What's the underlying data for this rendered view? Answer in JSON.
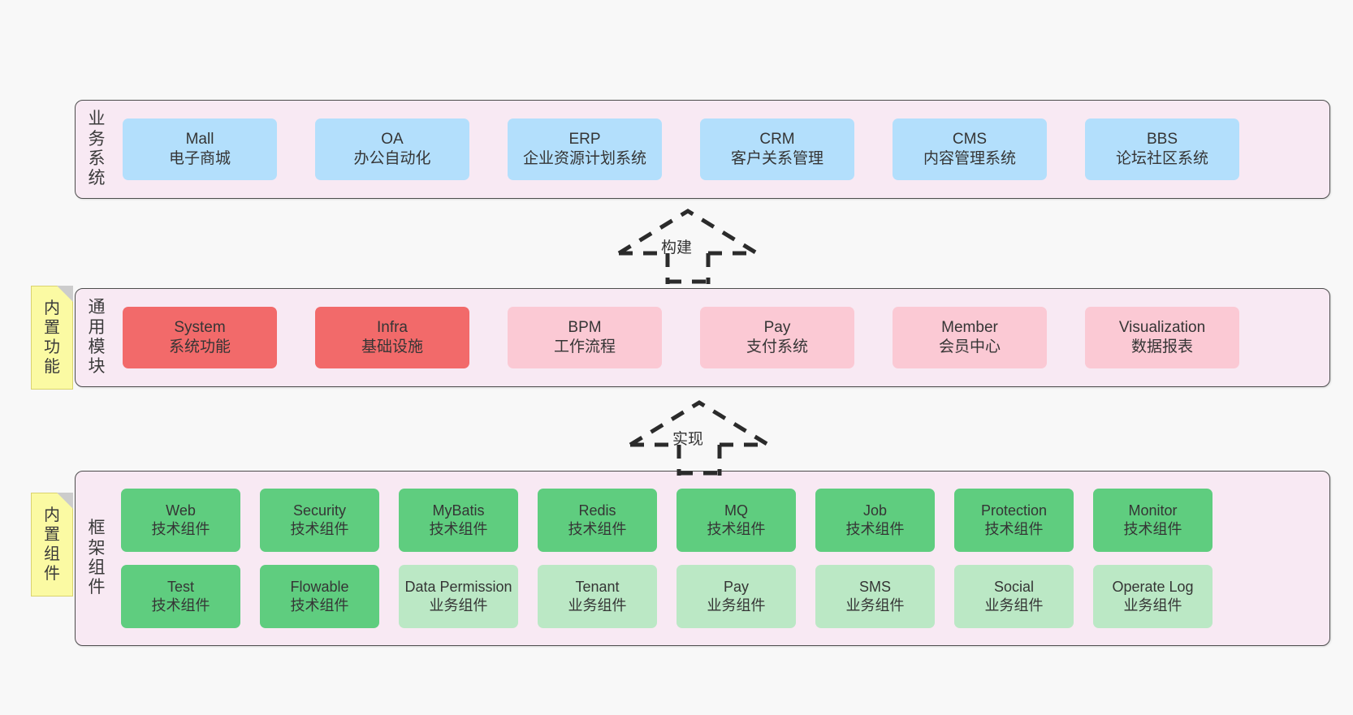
{
  "diagram": {
    "background_color": "#f8f8f8",
    "panel_color": "#f8e9f3",
    "note_color": "#fbfaa3"
  },
  "layers": {
    "business": {
      "title_chars": [
        "业",
        "务",
        "系",
        "统"
      ],
      "color": "#b3dffc",
      "cards": [
        {
          "name": "Mall",
          "sub": "电子商城"
        },
        {
          "name": "OA",
          "sub": "办公自动化"
        },
        {
          "name": "ERP",
          "sub": "企业资源计划系统"
        },
        {
          "name": "CRM",
          "sub": "客户关系管理"
        },
        {
          "name": "CMS",
          "sub": "内容管理系统"
        },
        {
          "name": "BBS",
          "sub": "论坛社区系统"
        }
      ]
    },
    "common": {
      "title_chars": [
        "通",
        "用",
        "模",
        "块"
      ],
      "note_chars": [
        "内",
        "置",
        "功",
        "能"
      ],
      "color_strong": "#f26a6a",
      "color_light": "#fbc9d4",
      "cards": [
        {
          "name": "System",
          "sub": "系统功能",
          "variant": "strong"
        },
        {
          "name": "Infra",
          "sub": "基础设施",
          "variant": "strong"
        },
        {
          "name": "BPM",
          "sub": "工作流程",
          "variant": "light"
        },
        {
          "name": "Pay",
          "sub": "支付系统",
          "variant": "light"
        },
        {
          "name": "Member",
          "sub": "会员中心",
          "variant": "light"
        },
        {
          "name": "Visualization",
          "sub": "数据报表",
          "variant": "light"
        }
      ]
    },
    "framework": {
      "title_chars": [
        "框",
        "架",
        "组",
        "件"
      ],
      "note_chars": [
        "内",
        "置",
        "组",
        "件"
      ],
      "color_tech": "#5fcd7f",
      "color_biz": "#bbe8c5",
      "row1": [
        {
          "name": "Web",
          "sub": "技术组件",
          "variant": "tech"
        },
        {
          "name": "Security",
          "sub": "技术组件",
          "variant": "tech"
        },
        {
          "name": "MyBatis",
          "sub": "技术组件",
          "variant": "tech"
        },
        {
          "name": "Redis",
          "sub": "技术组件",
          "variant": "tech"
        },
        {
          "name": "MQ",
          "sub": "技术组件",
          "variant": "tech"
        },
        {
          "name": "Job",
          "sub": "技术组件",
          "variant": "tech"
        },
        {
          "name": "Protection",
          "sub": "技术组件",
          "variant": "tech"
        },
        {
          "name": "Monitor",
          "sub": "技术组件",
          "variant": "tech"
        }
      ],
      "row2": [
        {
          "name": "Test",
          "sub": "技术组件",
          "variant": "tech"
        },
        {
          "name": "Flowable",
          "sub": "技术组件",
          "variant": "tech"
        },
        {
          "name": "Data Permission",
          "sub": "业务组件",
          "variant": "biz",
          "wrap": true
        },
        {
          "name": "Tenant",
          "sub": "业务组件",
          "variant": "biz"
        },
        {
          "name": "Pay",
          "sub": "业务组件",
          "variant": "biz"
        },
        {
          "name": "SMS",
          "sub": "业务组件",
          "variant": "biz"
        },
        {
          "name": "Social",
          "sub": "业务组件",
          "variant": "biz"
        },
        {
          "name": "Operate Log",
          "sub": "业务组件",
          "variant": "biz"
        }
      ]
    }
  },
  "arrows": {
    "build": {
      "label": "构建",
      "style": "dashed-hollow-triangle-up"
    },
    "implement": {
      "label": "实现",
      "style": "dashed-hollow-triangle-up"
    }
  }
}
